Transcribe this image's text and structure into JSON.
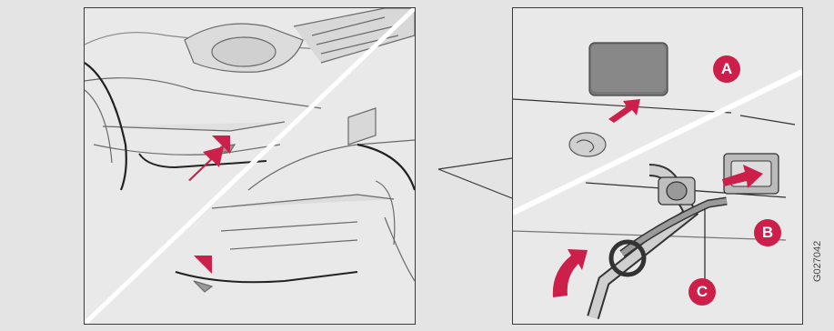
{
  "figure": {
    "reference_code": "G027042",
    "colors": {
      "background": "#e4e4e4",
      "panel_fill": "#e9e9e9",
      "line_art": "#555555",
      "accent_red": "#cc1f4a",
      "divider": "#ffffff"
    }
  },
  "left_panel": {
    "arrows": [
      "front-arrow",
      "rear-arrow"
    ]
  },
  "right_panel": {
    "callouts": {
      "a": "A",
      "b": "B",
      "c": "C"
    }
  }
}
